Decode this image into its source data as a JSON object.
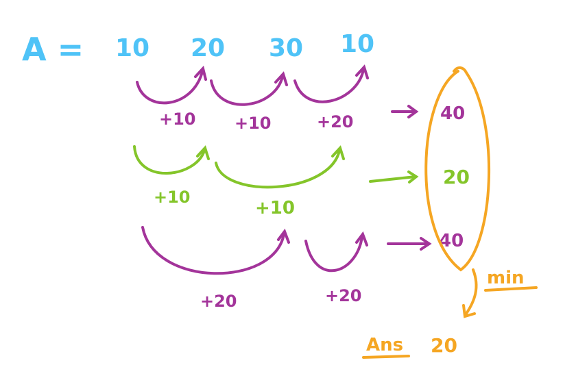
{
  "array": {
    "label": "A =",
    "values": [
      "10",
      "20",
      "30",
      "10"
    ]
  },
  "rows": [
    {
      "jumps": [
        "+10",
        "+10",
        "+20"
      ],
      "result": "40"
    },
    {
      "jumps": [
        "+10",
        "+10"
      ],
      "result": "20"
    },
    {
      "jumps": [
        "+20",
        "+20"
      ],
      "result": "40"
    }
  ],
  "min_label": "min",
  "answer": {
    "label": "Ans",
    "value": "20"
  },
  "colors": {
    "array": "#4fc3f7",
    "row1": "#a3349a",
    "row2": "#84c52a",
    "row3": "#a3349a",
    "highlight": "#f5a623"
  }
}
